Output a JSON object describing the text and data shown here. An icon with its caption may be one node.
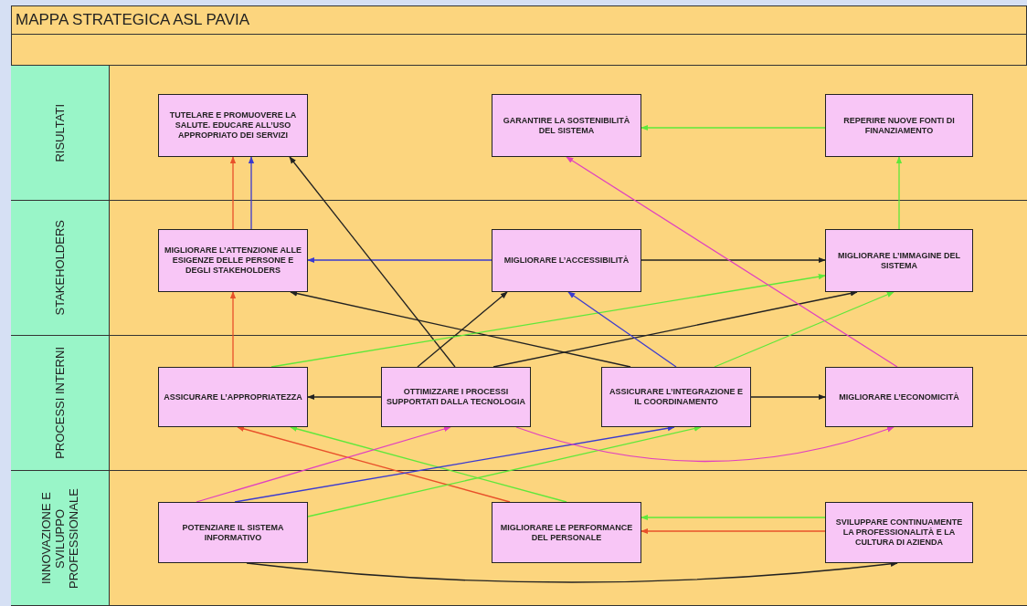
{
  "diagram": {
    "title": "MAPPA STRATEGICA ASL PAVIA",
    "nodes": [
      {
        "text": [
          "RISULTATI"
        ]
      },
      {
        "text": [
          "TUTELARE E PROMUOVERE LA SALUTE. EDUCARE ALL’USO APPROPRIATO DEI SERVIZI"
        ],
        "in": 0
      },
      {
        "text": [
          "GARANTIRE LA SOSTENIBILITÀ DEL SISTEMA"
        ],
        "in": 0
      },
      {
        "text": [
          "REPERIRE NUOVE FONTI DI FINANZIAMENTO"
        ],
        "in": 0
      },
      {
        "text": [
          "STAKEHOLDERS"
        ]
      },
      {
        "text": [
          "MIGLIORARE L’ATTENZIONE ALLE ESIGENZE DELLE PERSONE E DEGLI STAKEHOLDERS"
        ],
        "in": 4
      },
      {
        "text": [
          "MIGLIORARE L’ACCESSIBILITÀ"
        ],
        "in": 4
      },
      {
        "text": [
          "MIGLIORARE L’IMMAGINE DEL SISTEMA"
        ],
        "in": 4
      },
      {
        "text": [
          "PROCESSI INTERNI"
        ]
      },
      {
        "text": [
          "ASSICURARE L’APPROPRIATEZZA"
        ],
        "in": 8
      },
      {
        "text": [
          "OTTIMIZZARE I PROCESSI SUPPORTATI DALLA TECNOLOGIA"
        ],
        "in": 8
      },
      {
        "text": [
          "ASSICURARE L’INTEGRAZIONE E IL COORDINAMENTO"
        ],
        "in": 8
      },
      {
        "text": [
          "MIGLIORARE L’ECONOMICITÀ"
        ],
        "in": 8
      },
      {
        "text": [
          "INNOVAZIONE E SVILUPPO PROFESSIONALE"
        ]
      },
      {
        "text": [
          "POTENZIARE IL SISTEMA INFORMATIVO"
        ],
        "in": 13
      },
      {
        "text": [
          "MIGLIORARE LE PERFORMANCE DEL PERSONALE"
        ],
        "in": 13
      },
      {
        "text": [
          "SVILUPPARE CONTINUAMENTE LA PROFESSIONALITÀ E LA CULTURA DI AZIENDA"
        ],
        "in": 13
      }
    ],
    "edges": [
      {
        "from": 9,
        "to": 5,
        "arrow": "to",
        "color": "#e8502a"
      },
      {
        "from": 5,
        "to": 1,
        "arrow": "to",
        "color": "#e8502a"
      },
      {
        "from": 5,
        "to": 1,
        "arrow": "to",
        "color": "#3a3ad0"
      },
      {
        "from": 6,
        "to": 5,
        "arrow": "to",
        "color": "#3a3ad0"
      },
      {
        "from": 10,
        "to": 1,
        "arrow": "to"
      },
      {
        "from": 10,
        "to": 6,
        "arrow": "to"
      },
      {
        "from": 11,
        "to": 5,
        "arrow": "to"
      },
      {
        "from": 10,
        "to": 7,
        "arrow": "to"
      },
      {
        "from": 6,
        "to": 7,
        "arrow": "to"
      },
      {
        "from": 9,
        "to": 7,
        "arrow": "to",
        "color": "#5ee83a"
      },
      {
        "from": 11,
        "to": 7,
        "arrow": "to",
        "color": "#5ee83a"
      },
      {
        "from": 11,
        "to": 6,
        "arrow": "to",
        "color": "#3a3ad0"
      },
      {
        "from": 7,
        "to": 3,
        "arrow": "to",
        "color": "#5ee83a"
      },
      {
        "from": 3,
        "to": 2,
        "arrow": "to",
        "color": "#5ee83a"
      },
      {
        "from": 12,
        "to": 2,
        "arrow": "to",
        "color": "#e040c0"
      },
      {
        "from": 10,
        "to": 9,
        "arrow": "to"
      },
      {
        "from": 11,
        "to": 12,
        "arrow": "to"
      },
      {
        "from": 15,
        "to": 9,
        "arrow": "to",
        "color": "#e8502a"
      },
      {
        "from": 15,
        "to": 9,
        "arrow": "to",
        "color": "#5ee83a"
      },
      {
        "from": 14,
        "to": 10,
        "arrow": "to",
        "color": "#e040c0"
      },
      {
        "from": 14,
        "to": 11,
        "arrow": "to",
        "color": "#3a3ad0"
      },
      {
        "from": 14,
        "to": 11,
        "arrow": "to",
        "color": "#5ee83a"
      },
      {
        "from": 10,
        "to": 12,
        "arrow": "to",
        "color": "#e040c0"
      },
      {
        "from": 16,
        "to": 15,
        "arrow": "to",
        "color": "#5ee83a"
      },
      {
        "from": 16,
        "to": 15,
        "arrow": "to",
        "color": "#e8502a"
      },
      {
        "from": 14,
        "to": 16,
        "arrow": "to"
      }
    ]
  }
}
